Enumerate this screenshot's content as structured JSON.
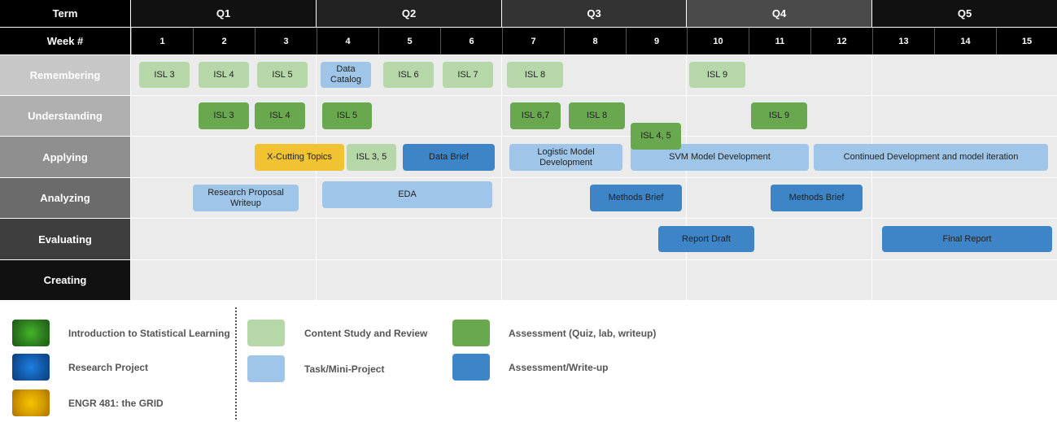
{
  "header": {
    "term_label": "Term",
    "week_label": "Week #",
    "quarters": [
      "Q1",
      "Q2",
      "Q3",
      "Q4",
      "Q5"
    ],
    "weeks": [
      "1",
      "2",
      "3",
      "4",
      "5",
      "6",
      "7",
      "8",
      "9",
      "10",
      "11",
      "12",
      "13",
      "14",
      "15"
    ]
  },
  "rows": [
    "Remembering",
    "Understanding",
    "Applying",
    "Analyzing",
    "Evaluating",
    "Creating"
  ],
  "tasks": [
    {
      "label": "ISL 3",
      "category": "content"
    },
    {
      "label": "ISL 4",
      "category": "content"
    },
    {
      "label": "ISL 5",
      "category": "content"
    },
    {
      "label": "Data Catalog",
      "category": "task"
    },
    {
      "label": "ISL 6",
      "category": "content"
    },
    {
      "label": "ISL 7",
      "category": "content"
    },
    {
      "label": "ISL 8",
      "category": "content"
    },
    {
      "label": "ISL 9",
      "category": "content"
    },
    {
      "label": "ISL 3",
      "category": "assess_green"
    },
    {
      "label": "ISL 4",
      "category": "assess_green"
    },
    {
      "label": "ISL 5",
      "category": "assess_green"
    },
    {
      "label": "ISL 6,7",
      "category": "assess_green"
    },
    {
      "label": "ISL 8",
      "category": "assess_green"
    },
    {
      "label": "ISL 4, 5",
      "category": "assess_green"
    },
    {
      "label": "ISL 9",
      "category": "assess_green"
    },
    {
      "label": "X-Cutting Topics",
      "category": "grid"
    },
    {
      "label": "ISL 3, 5",
      "category": "content"
    },
    {
      "label": "Data Brief",
      "category": "assess_blue"
    },
    {
      "label": "Logistic Model Development",
      "category": "task"
    },
    {
      "label": "SVM Model Development",
      "category": "task"
    },
    {
      "label": "Continued Development and model iteration",
      "category": "task"
    },
    {
      "label": "Research Proposal Writeup",
      "category": "task"
    },
    {
      "label": "EDA",
      "category": "task"
    },
    {
      "label": "Methods Brief",
      "category": "assess_blue"
    },
    {
      "label": "Methods Brief",
      "category": "assess_blue"
    },
    {
      "label": "Report Draft",
      "category": "assess_blue"
    },
    {
      "label": "Final Report",
      "category": "assess_blue"
    }
  ],
  "legend": {
    "isl": "Introduction to Statistical Learning",
    "research": "Research Project",
    "grid": "ENGR 481: the GRID",
    "content": "Content Study and Review",
    "task": "Task/Mini-Project",
    "assess_green": "Assessment (Quiz, lab, writeup)",
    "assess_blue": "Assessment/Write-up"
  },
  "colors": {
    "content": "#b6d7a8",
    "task": "#9fc5e8",
    "assess_green": "#6aa84f",
    "assess_blue": "#3d85c6",
    "grid": "#f1c232",
    "band": "#ebebeb"
  }
}
